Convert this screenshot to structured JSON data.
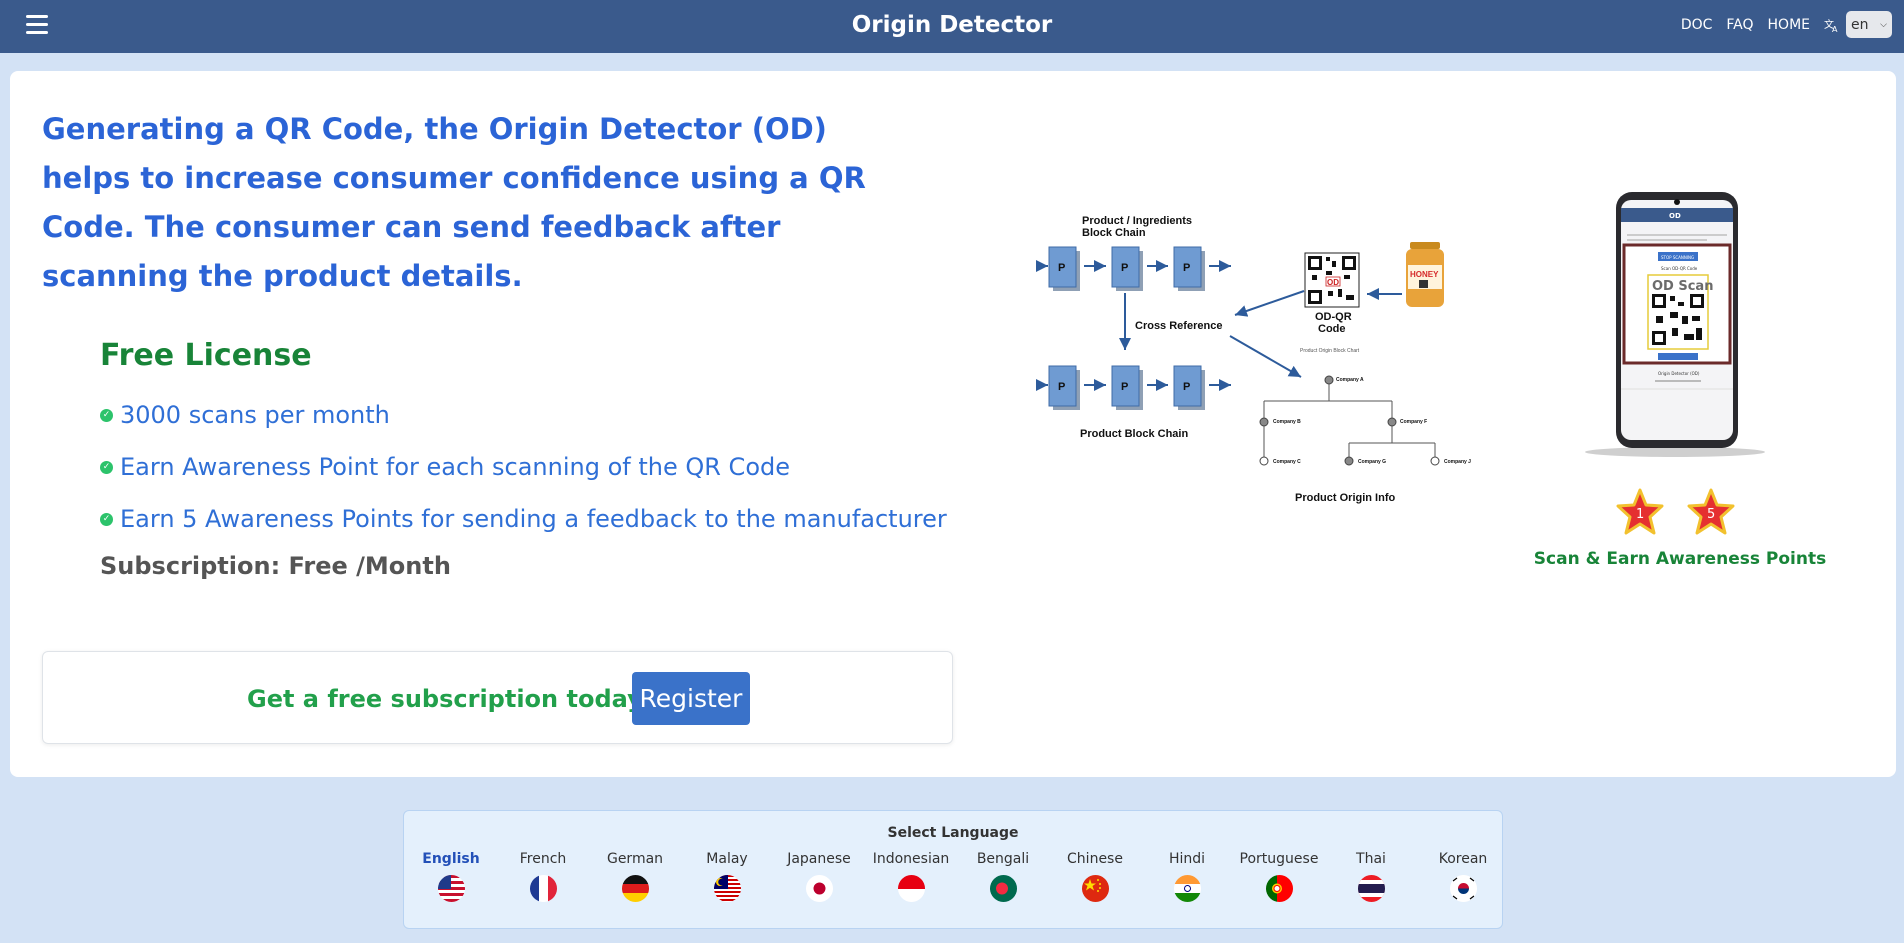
{
  "header": {
    "title": "Origin Detector",
    "nav": {
      "doc": "DOC",
      "faq": "FAQ",
      "home": "HOME"
    },
    "language_value": "en"
  },
  "hero": {
    "headline": "Generating a QR Code, the Origin Detector (OD) helps to increase consumer confidence using a QR Code. The consumer can send feedback after scanning the product details.",
    "license_title": "Free License",
    "features": [
      "3000 scans per month",
      "Earn Awareness Point for each scanning of the QR Code",
      "Earn 5 Awareness Points for sending a feedback to the manufacturer"
    ],
    "subscription_label": "Subscription:",
    "subscription_value": "Free /Month"
  },
  "cta": {
    "text": "Get a free subscription today",
    "button": "Register"
  },
  "diagram": {
    "top_label_1": "Product / Ingredients",
    "top_label_2": "Block Chain",
    "block": "P",
    "cross_ref": "Cross Reference",
    "qr_label_1": "OD-QR",
    "qr_label_2": "Code",
    "qr_tag": "OD",
    "honey": "HONEY",
    "origin_chart": "Product Origin Block Chart",
    "bottom_chain": "Product Block Chain",
    "origin_info": "Product Origin Info",
    "company_a": "Company A",
    "company_b": "Company B",
    "company_c": "Company C",
    "company_f": "Company F",
    "company_g": "Company G",
    "company_j": "Company J"
  },
  "phone": {
    "brand": "OD",
    "button": "STOP SCANNING",
    "scan_label": "Scan OD-QR Code",
    "overlay": "OD Scan",
    "footer": "Origin Detector (OD)"
  },
  "rewards": {
    "star_1": "1",
    "star_2": "5",
    "caption": "Scan & Earn Awareness Points"
  },
  "languages": {
    "title": "Select Language",
    "items": [
      {
        "label": "English",
        "flag": "us"
      },
      {
        "label": "French",
        "flag": "fr"
      },
      {
        "label": "German",
        "flag": "de"
      },
      {
        "label": "Malay",
        "flag": "my"
      },
      {
        "label": "Japanese",
        "flag": "jp"
      },
      {
        "label": "Indonesian",
        "flag": "id"
      },
      {
        "label": "Bengali",
        "flag": "bd"
      },
      {
        "label": "Chinese",
        "flag": "cn"
      },
      {
        "label": "Hindi",
        "flag": "in"
      },
      {
        "label": "Portuguese",
        "flag": "pt"
      },
      {
        "label": "Thai",
        "flag": "th"
      },
      {
        "label": "Korean",
        "flag": "kr"
      }
    ],
    "active": "English"
  },
  "colors": {
    "header_bg": "#3a5a8c",
    "headline": "#2b64d6",
    "license_green": "#188438",
    "cta_green": "#22a04b",
    "register_bg": "#3a72c9",
    "page_bg": "#d3e2f5"
  }
}
